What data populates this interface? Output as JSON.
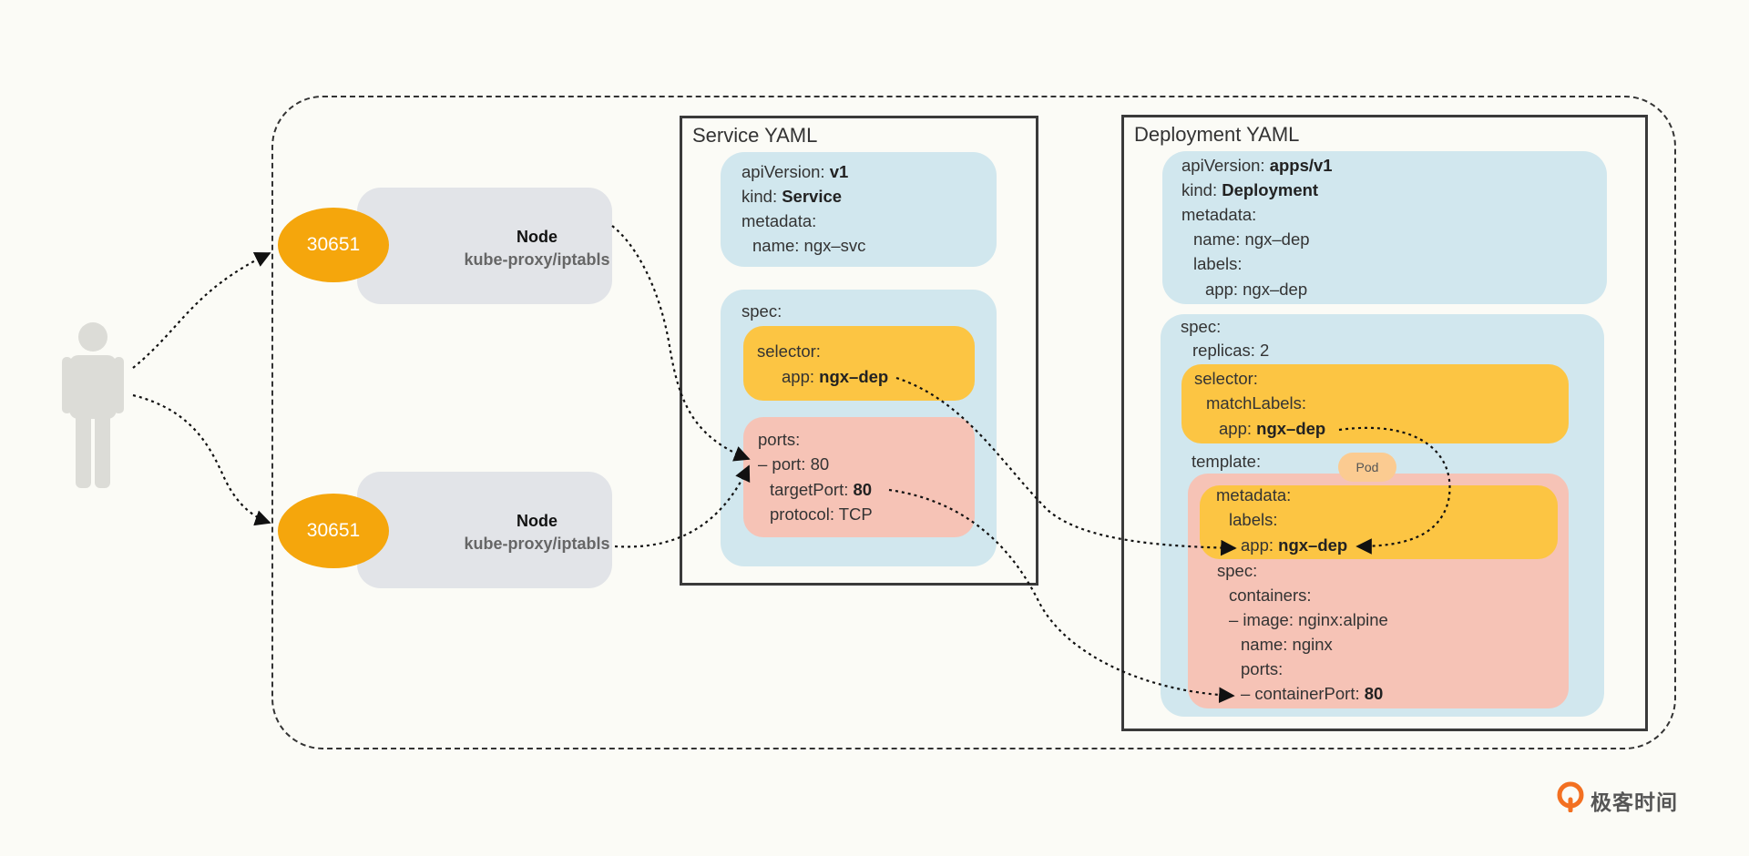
{
  "colors": {
    "background": "#fbfbf6",
    "node_fill": "#e2e4e8",
    "port_badge": "#f5a60c",
    "blue_box": "#d1e7ee",
    "orange_box": "#fcc543",
    "pink_box": "#f6c3b6",
    "pod_badge": "#fbcb91"
  },
  "icons": {
    "person": "person-icon",
    "brand": "geektime-logo-icon"
  },
  "nodes": [
    {
      "port": "30651",
      "title": "Node",
      "subtitle": "kube-proxy/iptabls"
    },
    {
      "port": "30651",
      "title": "Node",
      "subtitle": "kube-proxy/iptabls"
    }
  ],
  "service": {
    "title": "Service YAML",
    "apiVersion_key": "apiVersion: ",
    "apiVersion_val": "v1",
    "kind_key": "kind: ",
    "kind_val": "Service",
    "metadata": "metadata:",
    "name": "name: ngx–svc",
    "spec": "spec:",
    "selector": "selector:",
    "app_key": "app: ",
    "app_val": "ngx–dep",
    "ports": "ports:",
    "port": "– port: 80",
    "targetPort_key": "targetPort: ",
    "targetPort_val": "80",
    "protocol": "protocol: TCP"
  },
  "deployment": {
    "title": "Deployment YAML",
    "apiVersion_key": "apiVersion: ",
    "apiVersion_val": "apps/v1",
    "kind_key": "kind: ",
    "kind_val": "Deployment",
    "metadata": "metadata:",
    "name": "name: ngx–dep",
    "labels": "labels:",
    "app": "app: ngx–dep",
    "spec": "spec:",
    "replicas": "replicas: 2",
    "selector": "selector:",
    "matchLabels": "matchLabels:",
    "sel_app_key": "app: ",
    "sel_app_val": "ngx–dep",
    "template": "template:",
    "pod": "Pod",
    "tpl_metadata": "metadata:",
    "tpl_labels": "labels:",
    "tpl_app_key": "app: ",
    "tpl_app_val": "ngx–dep",
    "tpl_spec": "spec:",
    "containers": "containers:",
    "image": "– image: nginx:alpine",
    "cname": "name: nginx",
    "cports": "ports:",
    "containerPort_key": "– containerPort: ",
    "containerPort_val": "80"
  },
  "brand": {
    "text": "极客时间"
  }
}
